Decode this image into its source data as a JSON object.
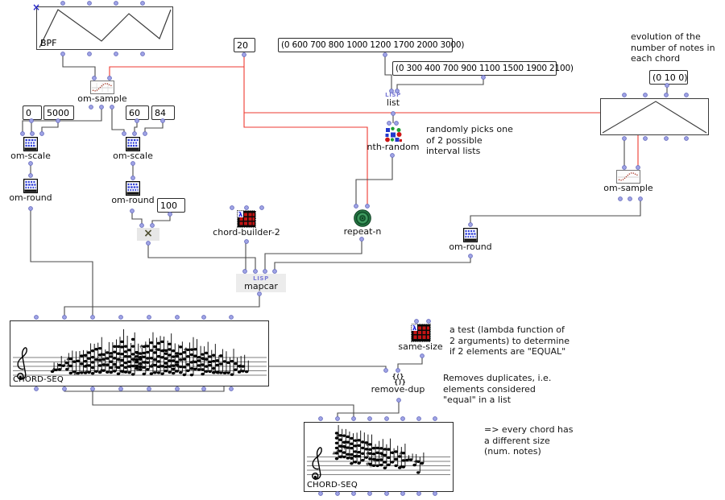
{
  "nodes": {
    "bpf1": {
      "label": "BPF",
      "lock_glyph": "×"
    },
    "num20": {
      "value": "20"
    },
    "list1": {
      "value": "(0 600 700 800 1000 1200 1700 2000 3000)"
    },
    "list2": {
      "value": "(0 300 400 700 900 1100 1500 1900 2100)"
    },
    "num0": {
      "value": "0"
    },
    "num5000": {
      "value": "5000"
    },
    "num60": {
      "value": "60"
    },
    "num84": {
      "value": "84"
    },
    "num100": {
      "value": "100"
    },
    "bpf2_points": {
      "value": "(0 10 0)"
    },
    "om_sample1": {
      "label": "om-sample"
    },
    "om_sample2": {
      "label": "om-sample"
    },
    "om_scale1": {
      "label": "om-scale"
    },
    "om_scale2": {
      "label": "om-scale"
    },
    "om_round1": {
      "label": "om-round"
    },
    "om_round2": {
      "label": "om-round"
    },
    "om_round3": {
      "label": "om-round"
    },
    "mult": {
      "label": "×"
    },
    "lisp_list": {
      "tag": "LISP",
      "label": "list"
    },
    "nth_random": {
      "label": "nth-random"
    },
    "repeat_n": {
      "label": "repeat-n"
    },
    "chord_builder": {
      "label": "chord-builder-2"
    },
    "mapcar": {
      "tag": "LISP",
      "label": "mapcar"
    },
    "chord_seq1": {
      "label": "CHORD-SEQ"
    },
    "chord_seq2": {
      "label": "CHORD-SEQ"
    },
    "same_size": {
      "label": "same-size"
    },
    "remove_dup": {
      "label": "remove-dup",
      "glyph_top": "{(}",
      "glyph_bottom": "{)}"
    }
  },
  "annotations": {
    "evolution": "evolution of the\nnumber of notes in\neach chord",
    "random_pick": "randomly picks one\nof 2 possible\ninterval lists",
    "lambda_test": "a test (lambda function of\n2 arguments) to determine\nif 2 elements are \"EQUAL\"",
    "remove_dup_note": "Removes duplicates, i.e.\nelements considered\n\"equal\" in a list",
    "result_note": "=> every chord has\na different size\n(num. notes)"
  },
  "colors": {
    "wire": "#4a4a4a",
    "wire_active": "#ee3a30",
    "port_fill": "#a0a4e6",
    "port_stroke": "#666bbd",
    "lisp_tag": "#7b7bd6"
  }
}
